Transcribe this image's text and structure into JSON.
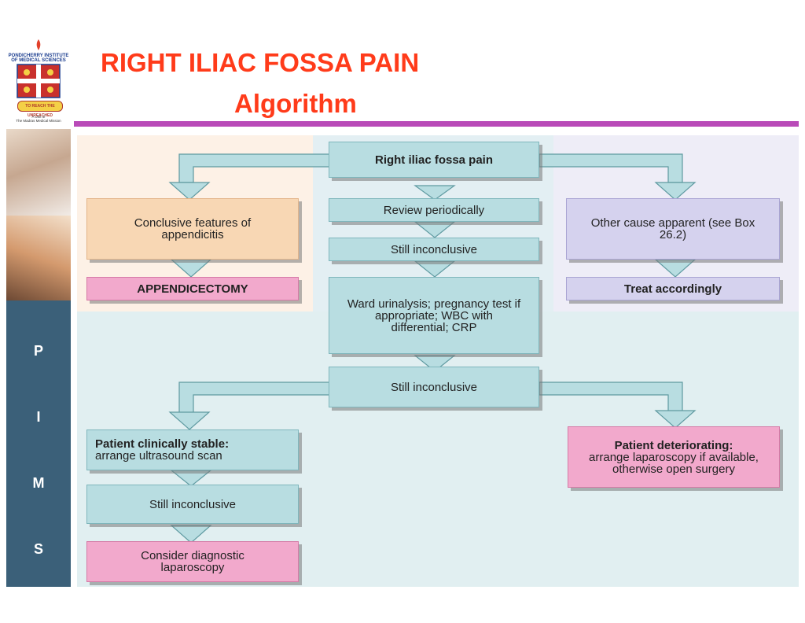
{
  "header": {
    "title": "RIGHT ILIAC FOSSA PAIN",
    "subtitle": "Algorithm"
  },
  "sidebar": {
    "logo_line1": "PONDICHERRY INSTITUTE",
    "logo_line2": "OF MEDICAL SCIENCES",
    "logo_banner": "TO REACH THE UNREACHED",
    "logo_sub1": "A Unit of",
    "logo_sub2": "The Madras Medical Mission",
    "letters": [
      "P",
      "I",
      "M",
      "S"
    ]
  },
  "flowchart": {
    "start": "Right iliac fossa pain",
    "review": "Review periodically",
    "inconclusive1": "Still inconclusive",
    "tests": "Ward urinalysis; pregnancy test if appropriate; WBC with differential; CRP",
    "inconclusive2": "Still inconclusive",
    "conclusive": "Conclusive features of appendicitis",
    "appendicectomy": "APPENDICECTOMY",
    "other_cause": "Other cause apparent (see Box 26.2)",
    "treat": "Treat accordingly",
    "stable_bold": "Patient clinically stable:",
    "stable_rest": "arrange ultrasound scan",
    "inconclusive3": "Still inconclusive",
    "laparoscopy_consider": "Consider diagnostic laparoscopy",
    "deteriorating_bold": "Patient deteriorating:",
    "deteriorating_rest": "arrange laparoscopy if available, otherwise open surgery"
  },
  "colors": {
    "title": "#ff3b1a",
    "rule": "#b94bb8",
    "sidebar": "#3b6079",
    "teal_box": "#b8dde1",
    "peach_box": "#f8d7b4",
    "pink_box": "#f2a9cc",
    "lilac_box": "#d5d2ee"
  }
}
